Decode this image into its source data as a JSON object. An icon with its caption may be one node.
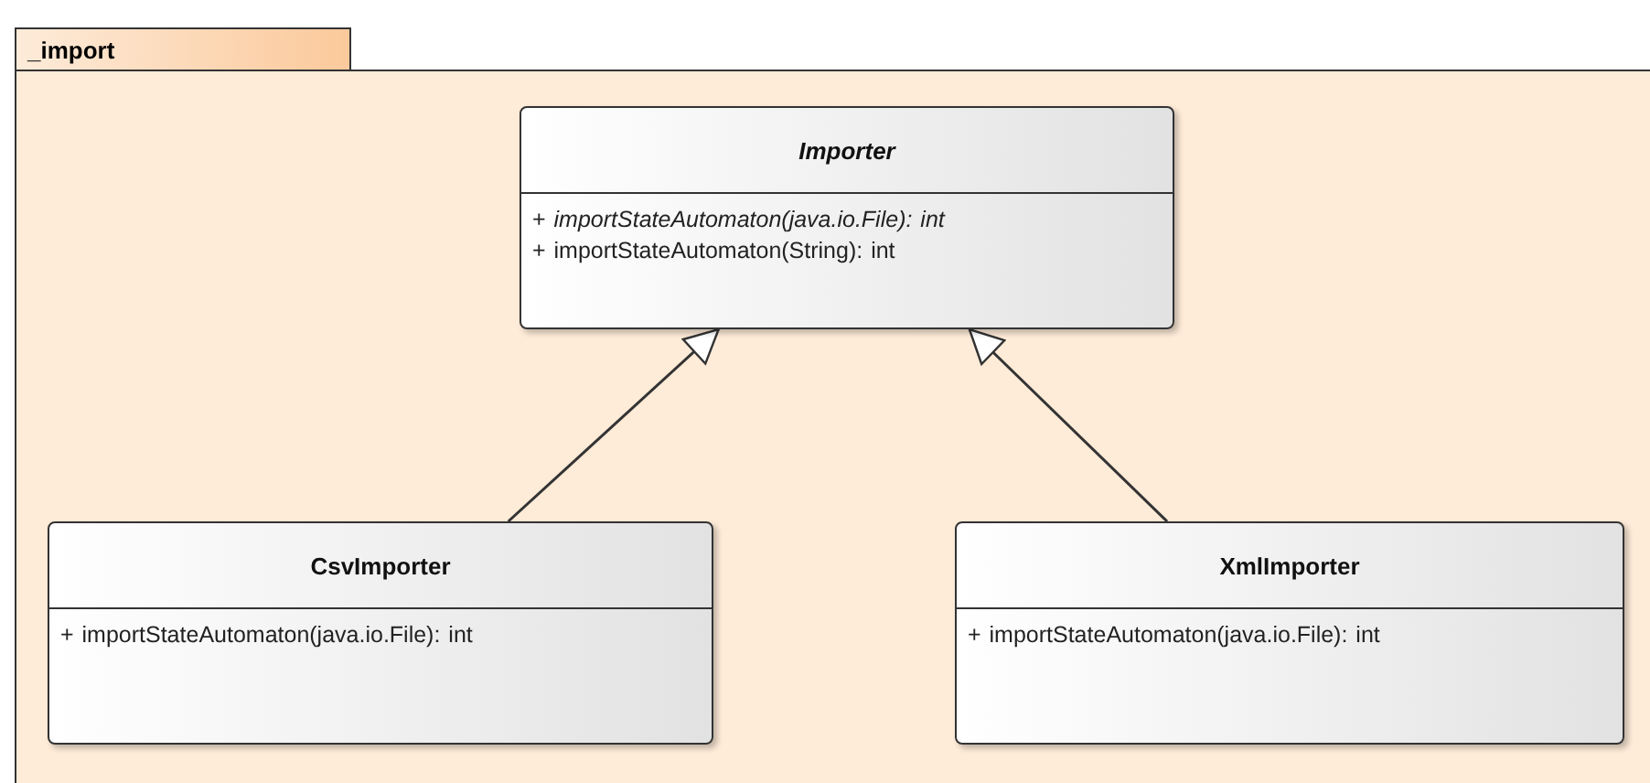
{
  "diagram": {
    "nodes": [
      {
        "text": [
          "_import"
        ]
      },
      {
        "text": [
          "Importer",
          "+ *importStateAutomaton(java.io.File): int*",
          "+ importStateAutomaton(String): int"
        ],
        "in": 0
      },
      {
        "text": [
          "CsvImporter",
          "+ importStateAutomaton(java.io.File): int"
        ],
        "in": 0
      },
      {
        "text": [
          "XmlImporter",
          "+ importStateAutomaton(java.io.File): int"
        ],
        "in": 0
      }
    ],
    "edges": [
      {
        "from": 2,
        "to": 1,
        "arrow": "to"
      },
      {
        "from": 3,
        "to": 1,
        "arrow": "to"
      }
    ]
  }
}
